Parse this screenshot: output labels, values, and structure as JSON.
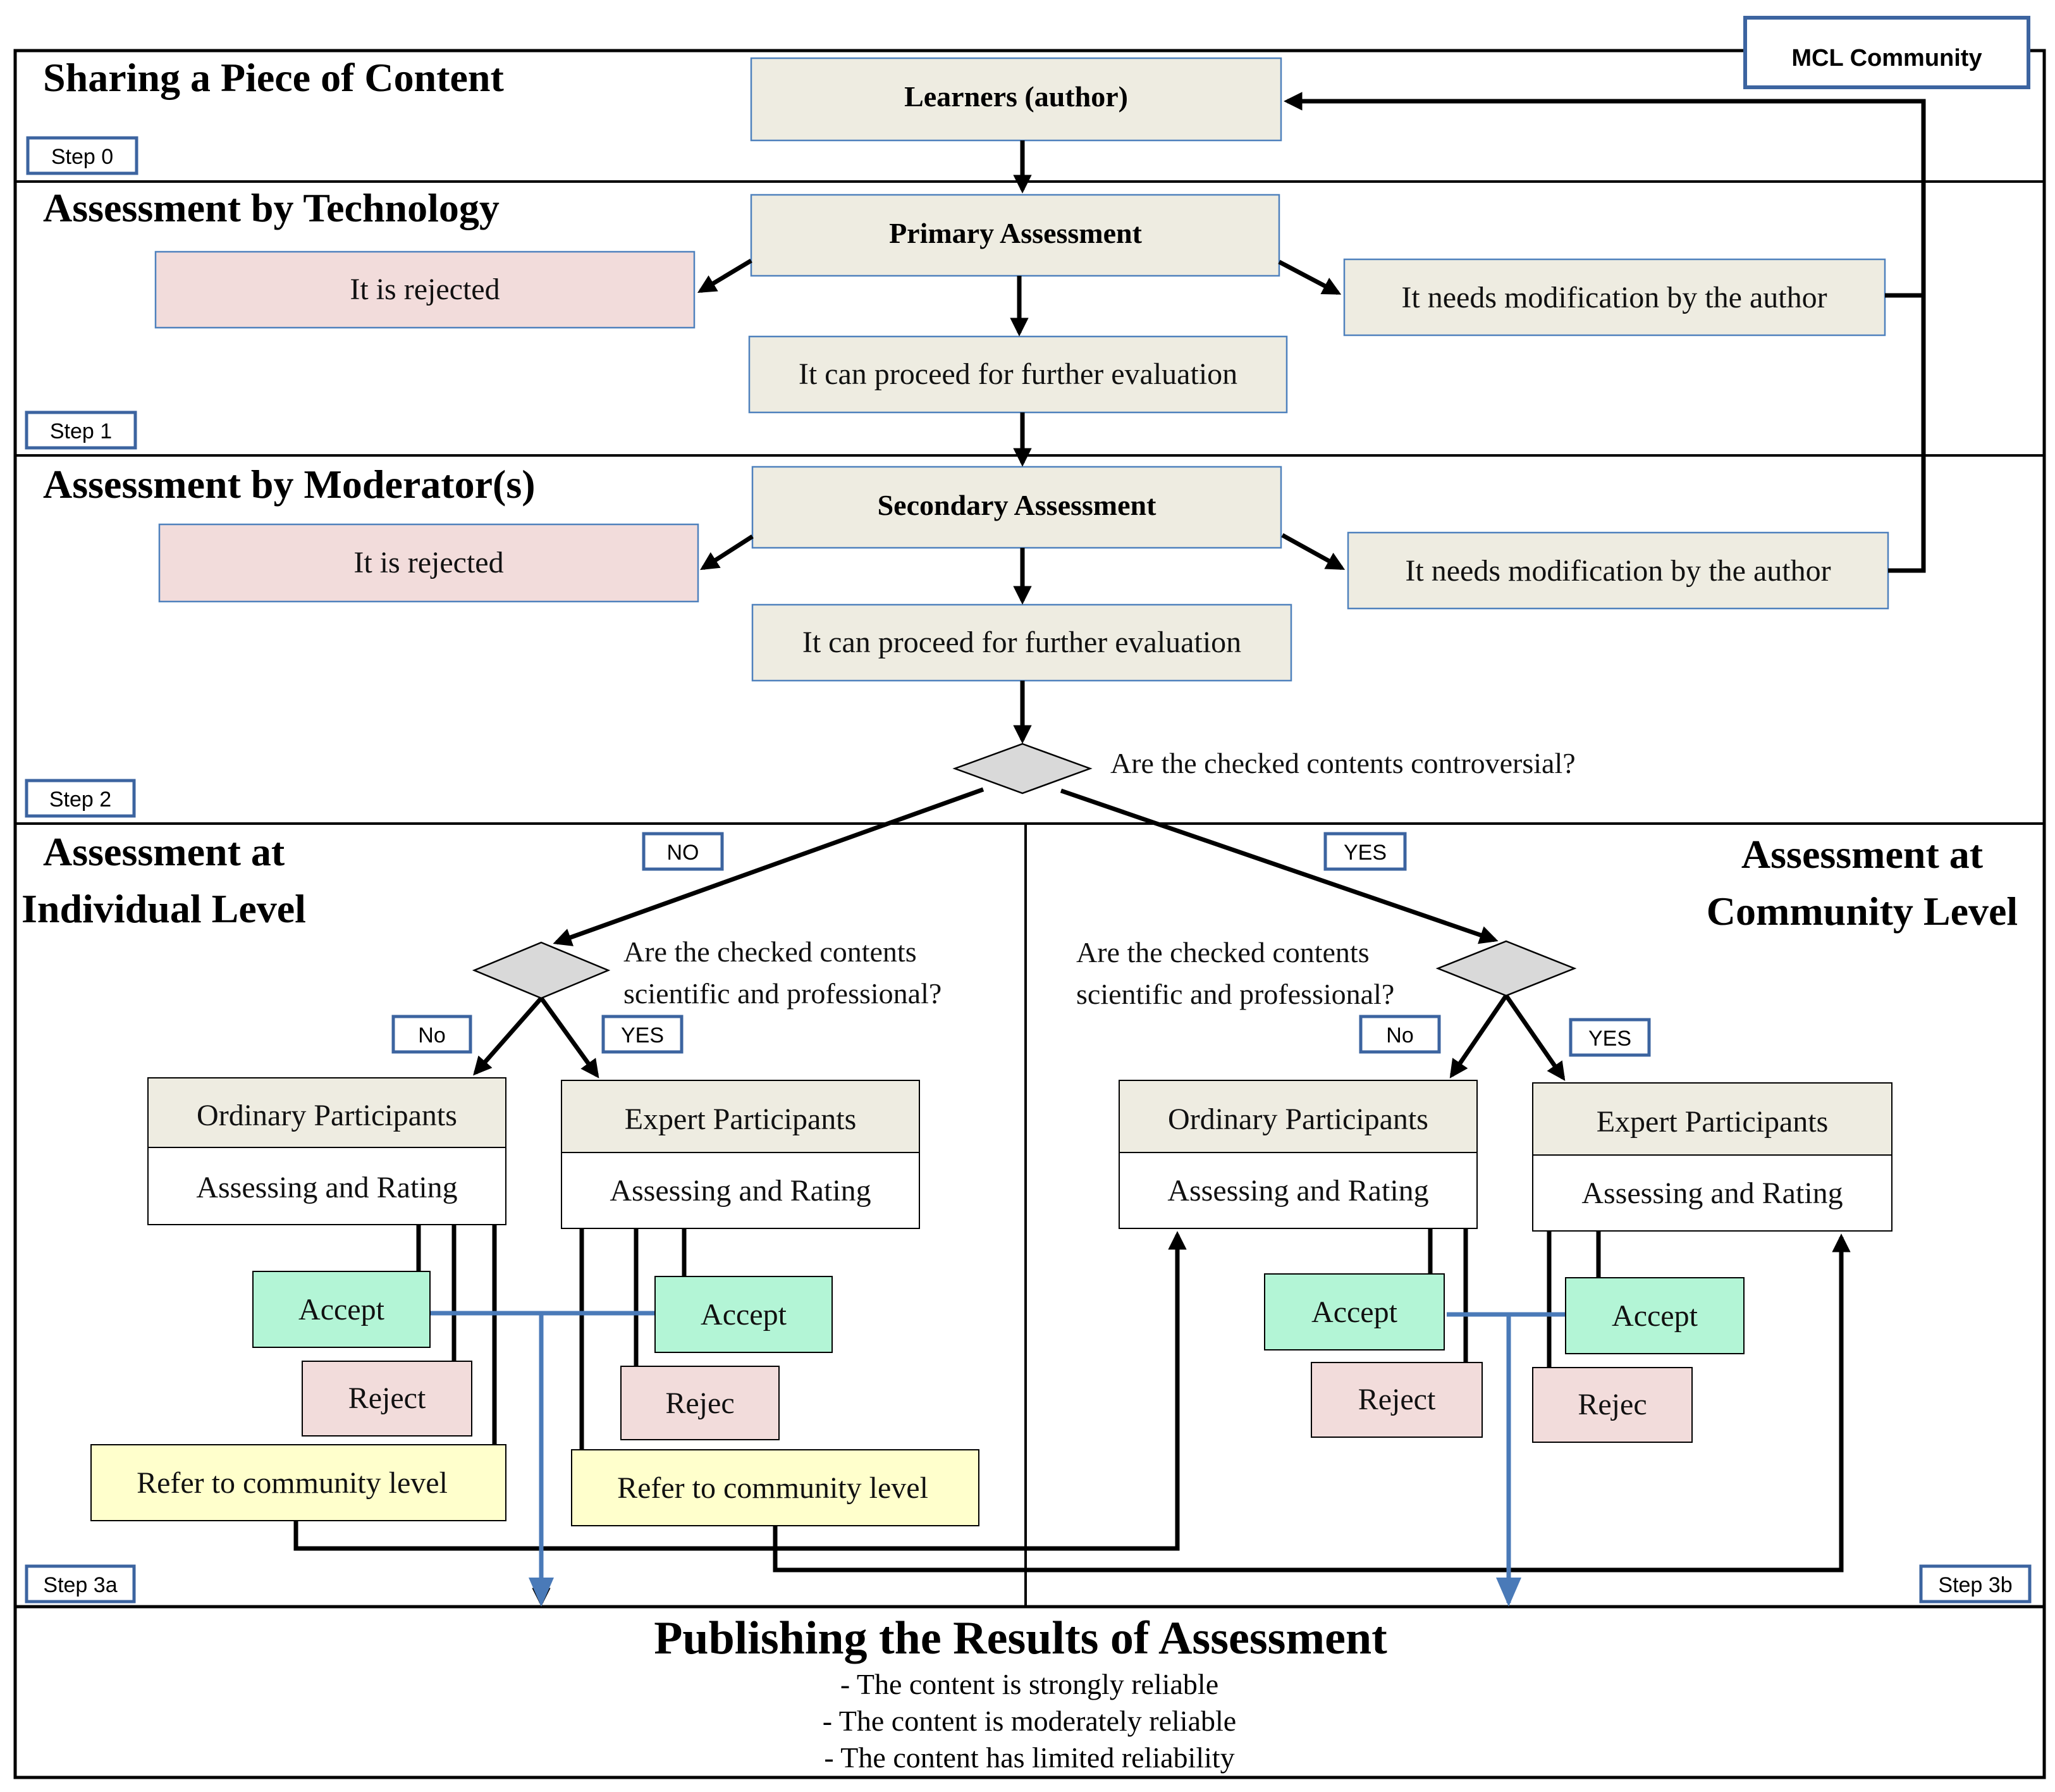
{
  "community_label": "MCL Community",
  "sections": {
    "step0_title": "Sharing a Piece of Content",
    "step1_title": "Assessment by Technology",
    "step2_title": "Assessment by Moderator(s)",
    "step3a_title_line1": "Assessment at",
    "step3a_title_line2": "Individual Level",
    "step3b_title_line1": "Assessment at",
    "step3b_title_line2": "Community Level"
  },
  "steps": {
    "step0": "Step 0",
    "step1": "Step 1",
    "step2": "Step 2",
    "step3a": "Step 3a",
    "step3b": "Step 3b"
  },
  "boxes": {
    "learners": "Learners (author)",
    "primary": "Primary Assessment",
    "rejected1": "It is rejected",
    "modify1": "It needs modification by the author",
    "proceed1": "It can proceed for further evaluation",
    "secondary": "Secondary Assessment",
    "rejected2": "It is rejected",
    "modify2": "It needs modification by the author",
    "proceed2": "It can proceed for further evaluation"
  },
  "questions": {
    "controversial": "Are the checked contents controversial?",
    "scientific_line1": "Are the checked contents",
    "scientific_line2": "scientific and professional?"
  },
  "branch_labels": {
    "no_top": "NO",
    "yes_top": "YES",
    "no_left": "No",
    "yes_left": "YES",
    "no_right": "No",
    "yes_right": "YES"
  },
  "participants": {
    "ordinary": "Ordinary Participants",
    "expert": "Expert Participants",
    "assessing": "Assessing and Rating"
  },
  "outcomes": {
    "accept": "Accept",
    "reject": "Reject",
    "rejec": "Rejec",
    "refer": "Refer to community level"
  },
  "publishing": {
    "title": "Publishing the Results of Assessment",
    "lines": [
      "- The content is strongly reliable",
      "- The content is moderately reliable",
      "- The content has limited reliability"
    ]
  }
}
